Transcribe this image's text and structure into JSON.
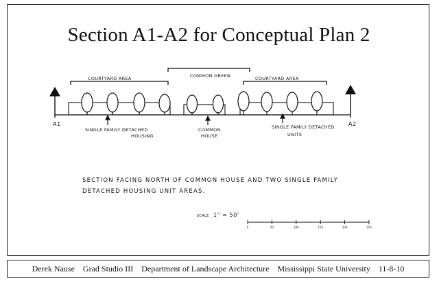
{
  "title": "Section A1-A2 for Conceptual Plan 2",
  "section": {
    "marker_left": "A1",
    "marker_right": "A2",
    "zone_labels": {
      "courtyard_left": "COURTYARD AREA",
      "common_green": "COMMON GREEN",
      "courtyard_right": "COURTYARD AREA"
    },
    "callouts": {
      "left_housing_line1": "SINGLE FAMILY  DETACHED",
      "left_housing_line2": "HOUSING",
      "common_house_line1": "COMMON",
      "common_house_line2": "HOUSE",
      "right_housing_line1": "SINGLE FAMILY  DETACHED",
      "right_housing_line2": "UNITS"
    }
  },
  "note": {
    "line1": "SECTION FACING NORTH OF COMMON HOUSE AND TWO SINGLE FAMILY",
    "line2": "DETACHED HOUSING UNIT AREAS."
  },
  "scale": {
    "label": "SCALE",
    "value": "1\" = 50'",
    "ticks": [
      "0",
      "50",
      "100",
      "150",
      "200",
      "250"
    ]
  },
  "footer": {
    "author": "Derek Nause",
    "course": "Grad Studio III",
    "department": "Department of Landscape Architecture",
    "university": "Mississippi State University",
    "date": "11-8-10"
  }
}
